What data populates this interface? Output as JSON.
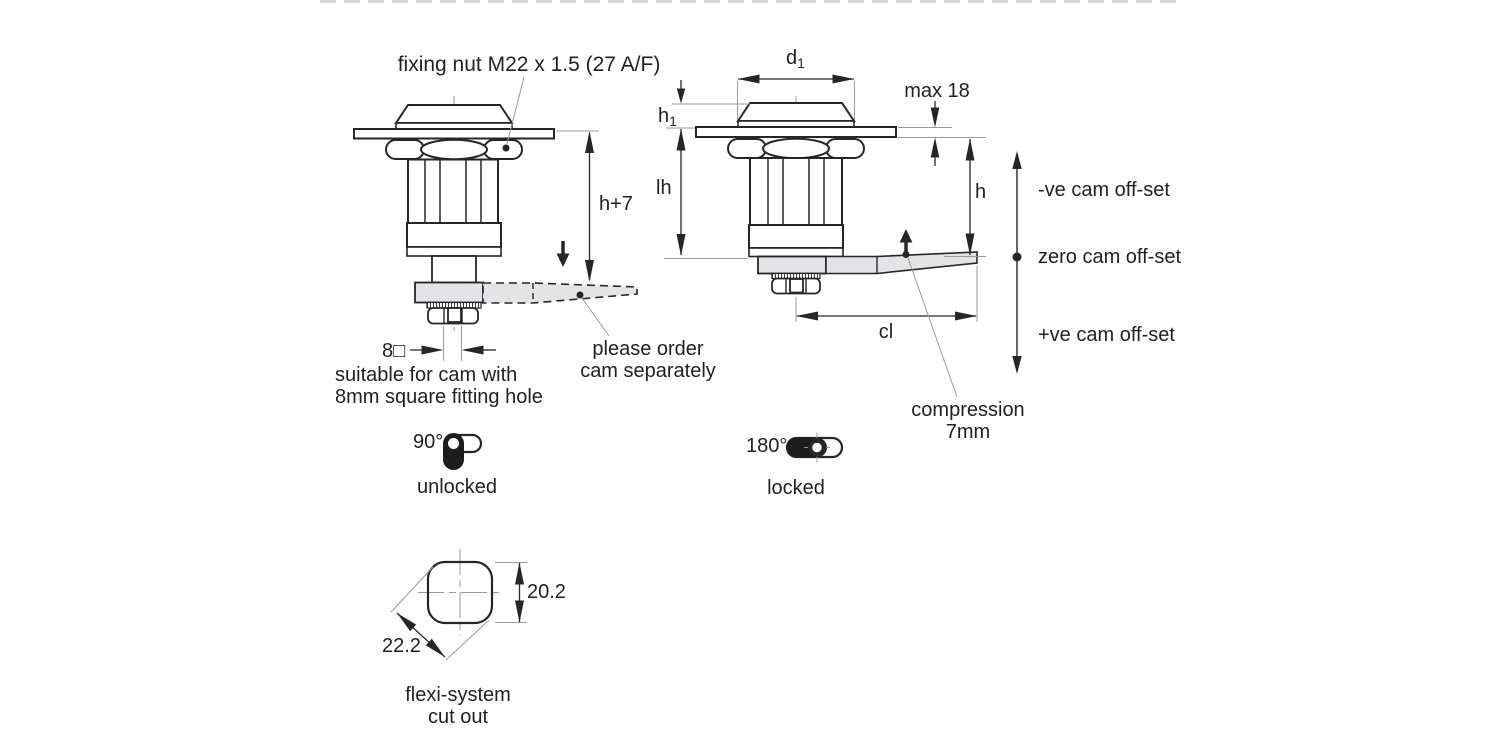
{
  "drawing": {
    "left_view": {
      "fixing_nut_label": "fixing nut M22 x 1.5 (27 A/F)",
      "height_dim": "h+7",
      "square_dim": "8□",
      "note_line1": "suitable for cam with",
      "note_line2": "8mm square fitting hole",
      "cam_note_line1": "please order",
      "cam_note_line2": "cam separately"
    },
    "right_view": {
      "dia_main": "d",
      "dia_sub": "1",
      "max_panel": "max 18",
      "head_height_main": "h",
      "head_height_sub": "1",
      "grip_length": "lh",
      "height": "h",
      "cam_length": "cl",
      "compression_line1": "compression",
      "compression_line2": "7mm"
    },
    "offset_legend": {
      "negative": "-ve cam off-set",
      "zero": "zero cam off-set",
      "positive": "+ve cam off-set"
    },
    "lock_states": {
      "unlocked_angle": "90°",
      "unlocked_label": "unlocked",
      "locked_angle": "180°",
      "locked_label": "locked"
    },
    "cutout": {
      "height_dim": "20.2",
      "diagonal_dim": "22.2",
      "caption_line1": "flexi-system",
      "caption_line2": "cut out"
    },
    "colors": {
      "line": "#26262a",
      "thin": "#9a9a9a",
      "fill": "#e4e4e6"
    }
  }
}
